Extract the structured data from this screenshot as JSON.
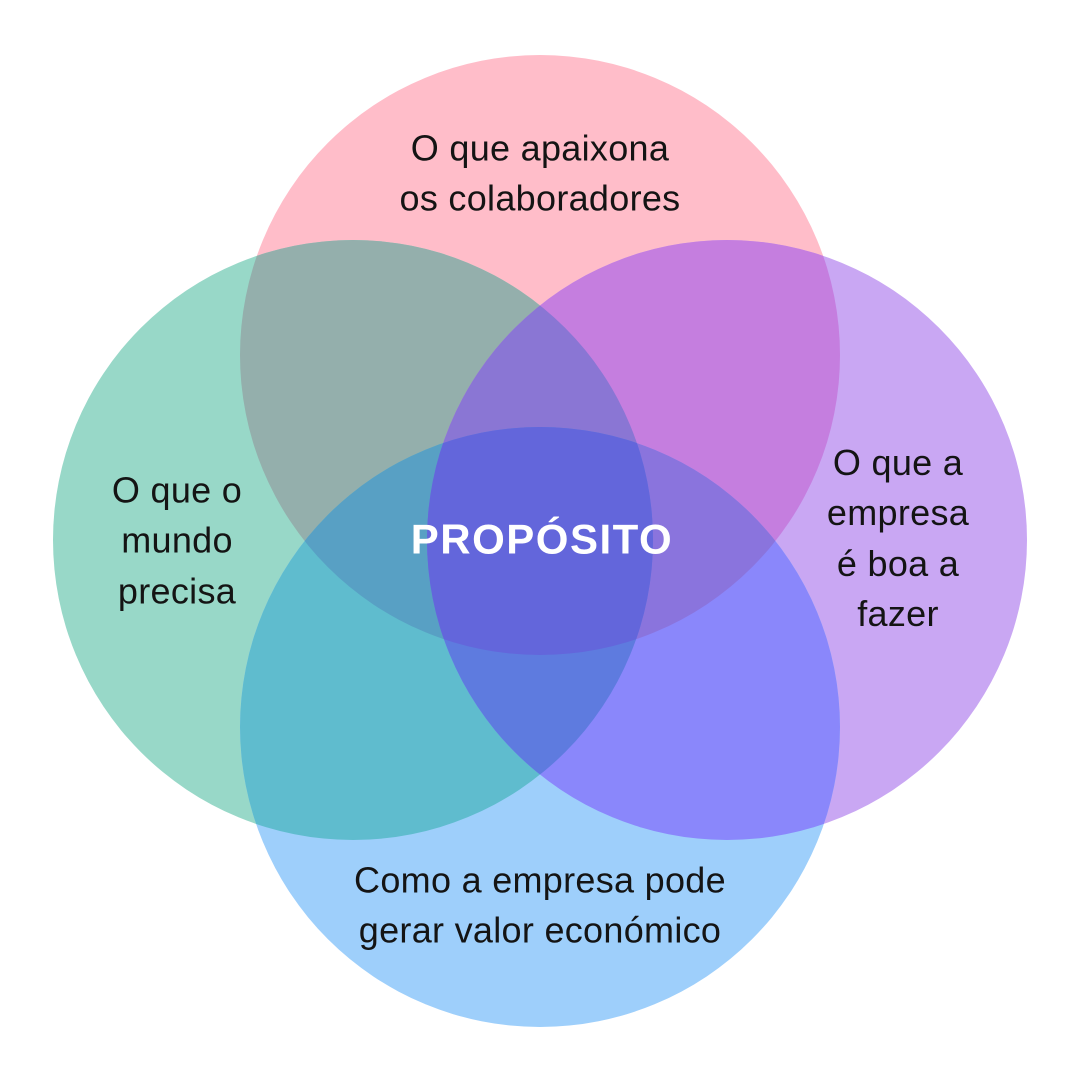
{
  "diagram": {
    "type": "venn-4-circles",
    "background_color": "#FFFFFF",
    "text_color": "#141414",
    "center": {
      "label": "PROPÓSITO",
      "text_color": "#FFFFFF",
      "region_color": "#6366DB"
    },
    "circles": {
      "top": {
        "label": "O que apaixona os colaboradores",
        "label_lines": [
          "O que apaixona",
          "os colaboradores"
        ],
        "color": "#FFBDC9"
      },
      "left": {
        "label": "O que o mundo precisa",
        "label_lines": [
          "O que o",
          "mundo",
          "precisa"
        ],
        "color": "#98D8C8"
      },
      "right": {
        "label": "O que a empresa é boa a fazer",
        "label_lines": [
          "O que a",
          "empresa",
          "é boa a",
          "fazer"
        ],
        "color": "#C9A7F3"
      },
      "bottom": {
        "label": "Como a empresa pode gerar valor económico",
        "label_lines": [
          "Como a empresa pode",
          "gerar valor económico"
        ],
        "color": "#9ECFFB"
      }
    },
    "overlaps": {
      "top_left": "#94AFAC",
      "top_right": "#C57EDF",
      "bottom_left": "#5FBCCE",
      "bottom_right": "#8A87FB",
      "top_left_right": "#8A76D4",
      "top_bottom_left": "#58A0C4",
      "top_bottom_right": "#8A74DD",
      "bottom_left_right": "#5E7BDF"
    }
  }
}
